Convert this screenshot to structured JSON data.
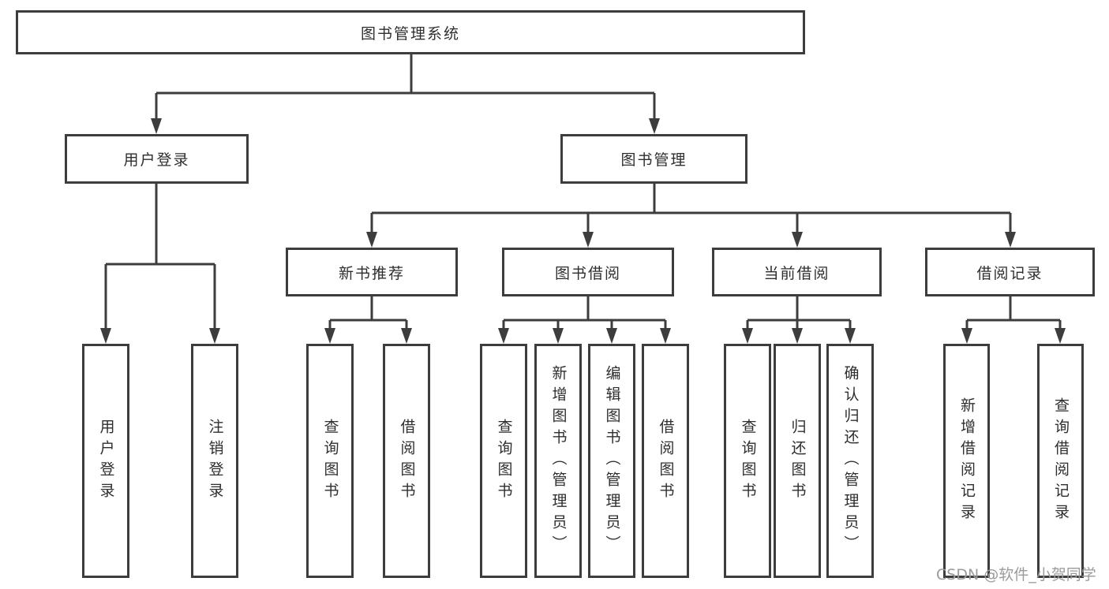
{
  "diagram": {
    "title_node": "图书管理系统",
    "nodes": {
      "root": "图书管理系统",
      "user_login": "用户登录",
      "book_management": "图书管理",
      "new_book_recommendation": "新书推荐",
      "book_borrowing": "图书借阅",
      "current_borrowing": "当前借阅",
      "borrowing_records": "借阅记录",
      "leaf_user_login": "用户登录",
      "leaf_logout": "注销登录",
      "leaf_nb_query_books": "查询图书",
      "leaf_nb_borrow_books": "借阅图书",
      "leaf_bb_query_books": "查询图书",
      "leaf_bb_add_books": "新增图书（管理员）",
      "leaf_bb_edit_books": "编辑图书（管理员）",
      "leaf_bb_borrow_books": "借阅图书",
      "leaf_cb_query_books": "查询图书",
      "leaf_cb_return_books": "归还图书",
      "leaf_cb_confirm_return": "确认归还（管理员）",
      "leaf_br_add_record": "新增借阅记录",
      "leaf_br_query_record": "查询借阅记录"
    },
    "watermark": "CSDN @软件_小贺同学",
    "colors": {
      "line": "#3d3d3d",
      "text": "#2e2e2e",
      "watermark": "#9b9b9b",
      "background": "#ffffff"
    }
  }
}
